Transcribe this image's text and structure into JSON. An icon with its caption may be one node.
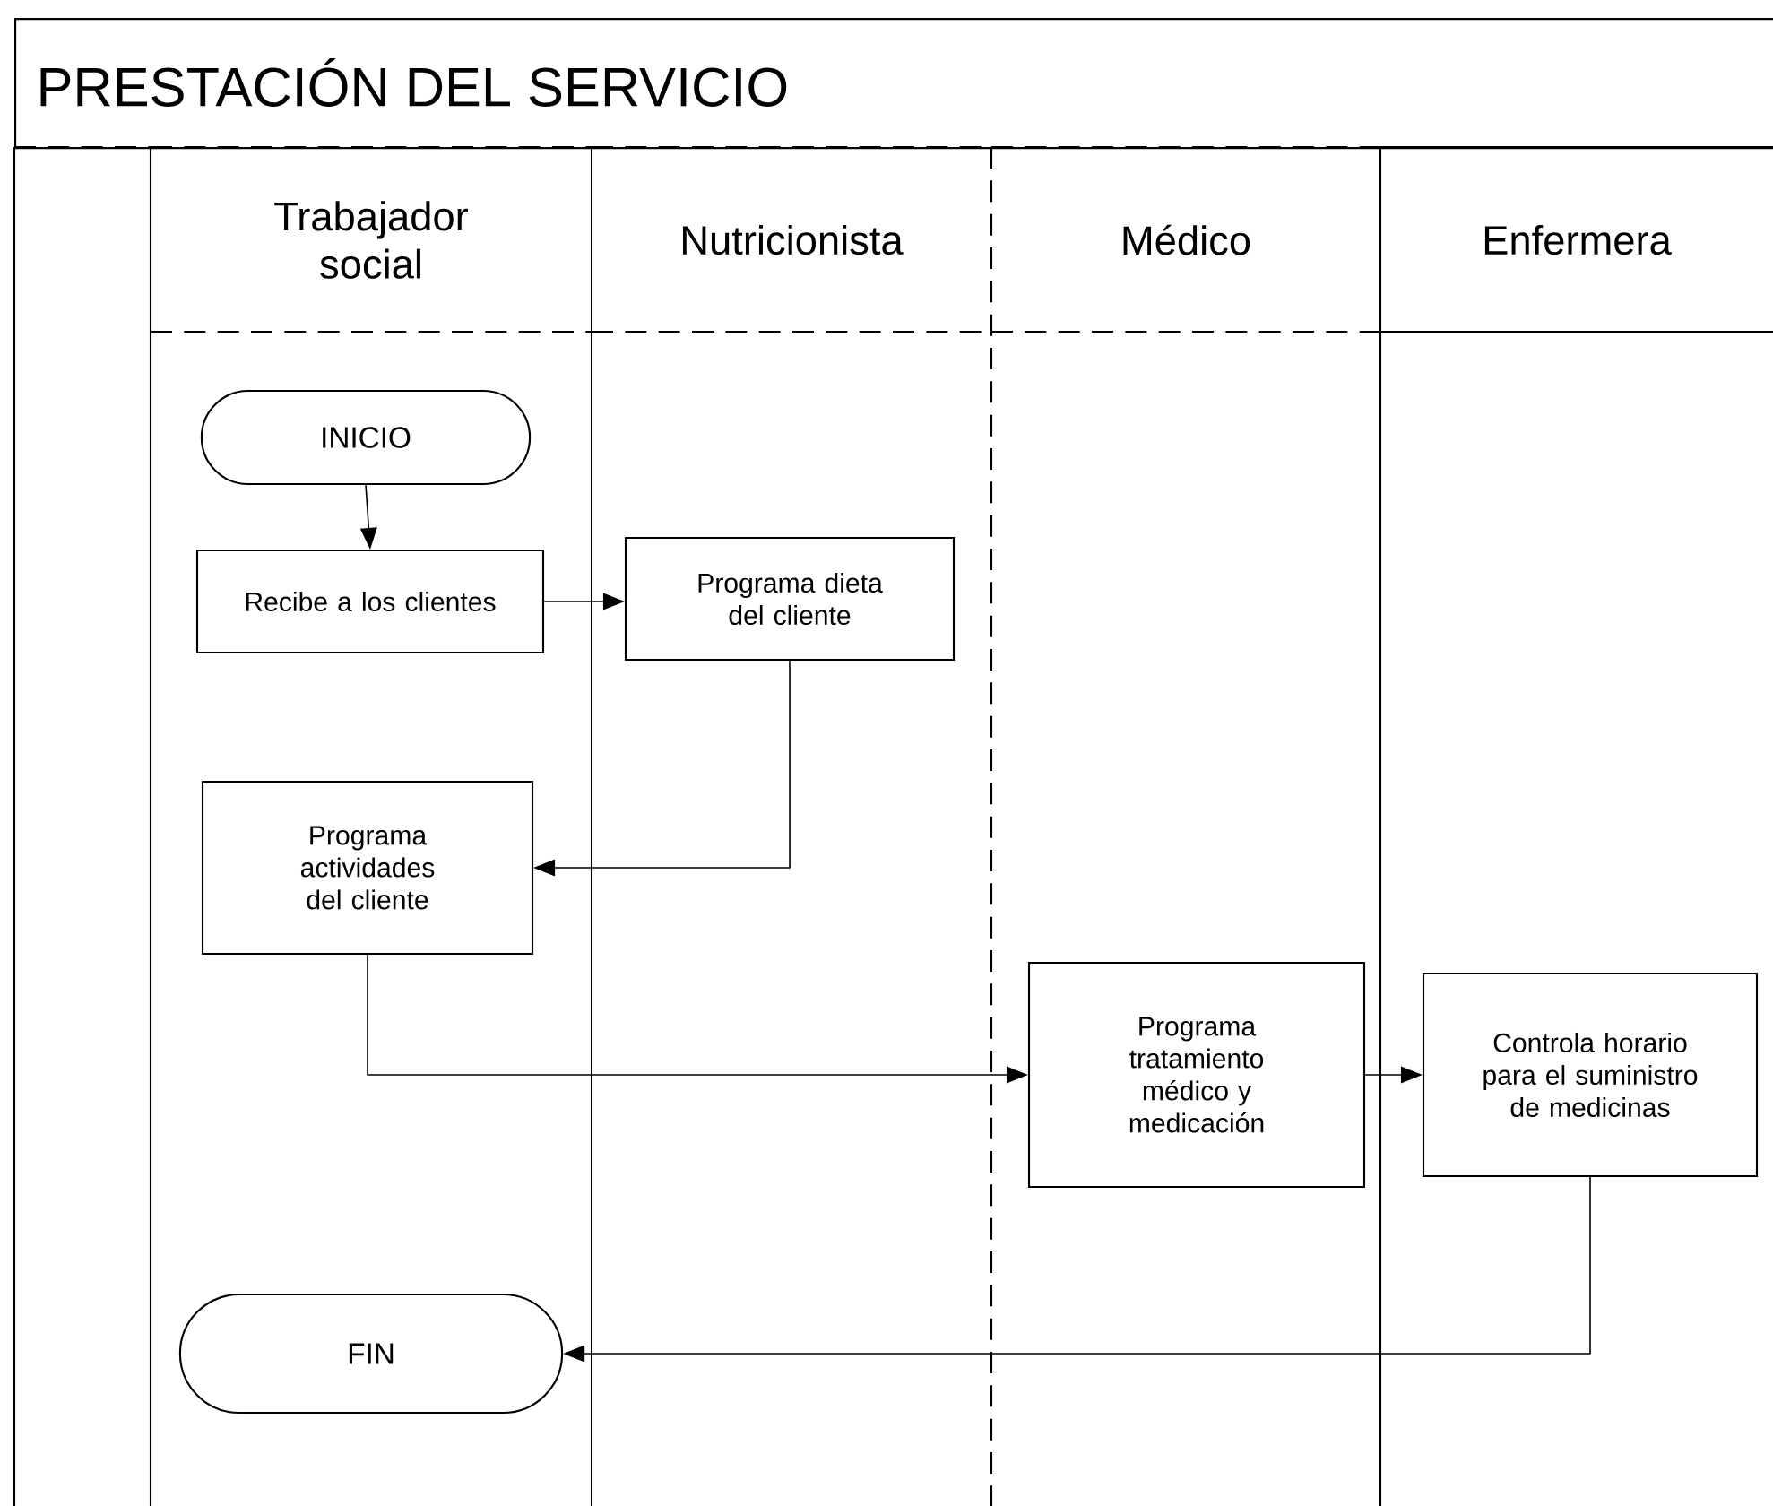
{
  "diagram": {
    "title": "PRESTACIÓN DEL SERVICIO",
    "nodes": [
      {
        "text": [
          "Trabajador social"
        ]
      },
      {
        "text": [
          "Nutricionista"
        ]
      },
      {
        "text": [
          "Médico"
        ]
      },
      {
        "text": [
          "Enfermera"
        ]
      },
      {
        "text": [
          "INICIO"
        ],
        "in": 0
      },
      {
        "text": [
          "Recibe a los clientes"
        ],
        "in": 0
      },
      {
        "text": [
          "Programa dieta del cliente"
        ],
        "in": 1
      },
      {
        "text": [
          "Programa actividades del cliente"
        ],
        "in": 0
      },
      {
        "text": [
          "Programa tratamiento médico y medicación"
        ],
        "in": 2
      },
      {
        "text": [
          "Controla horario para el suministro de medicinas"
        ],
        "in": 3
      },
      {
        "text": [
          "FIN"
        ],
        "in": 0
      }
    ],
    "edges": [
      {
        "from": 4,
        "to": 5,
        "arrow": "to"
      },
      {
        "from": 5,
        "to": 6,
        "arrow": "to"
      },
      {
        "from": 6,
        "to": 7,
        "arrow": "to"
      },
      {
        "from": 7,
        "to": 8,
        "arrow": "to"
      },
      {
        "from": 8,
        "to": 9,
        "arrow": "to"
      },
      {
        "from": 9,
        "to": 10,
        "arrow": "to"
      }
    ]
  }
}
